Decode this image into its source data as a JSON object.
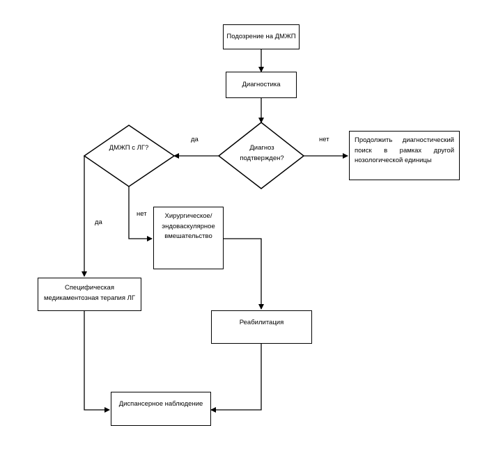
{
  "nodes": {
    "suspicion": "Подозрение на ДМЖП",
    "diagnostics": "Диагностика",
    "diagnosis_confirmed": "Диагноз подтвержден?",
    "continue_search": "Продолжить диагностический поиск в рамках другой нозологической единицы",
    "vsd_ph": "ДМЖП с ЛГ?",
    "surgery": "Хирургическое/ эндоваскулярное вмешательство",
    "specific_therapy": "Специфическая медикаментозная терапия ЛГ",
    "rehabilitation": "Реабилитация",
    "dispensary": "Диспансерное наблюдение"
  },
  "edges": {
    "yes_to_vsd_ph": "да",
    "no_to_continue": "нет",
    "yes_to_therapy": "да",
    "no_to_surgery": "нет"
  }
}
